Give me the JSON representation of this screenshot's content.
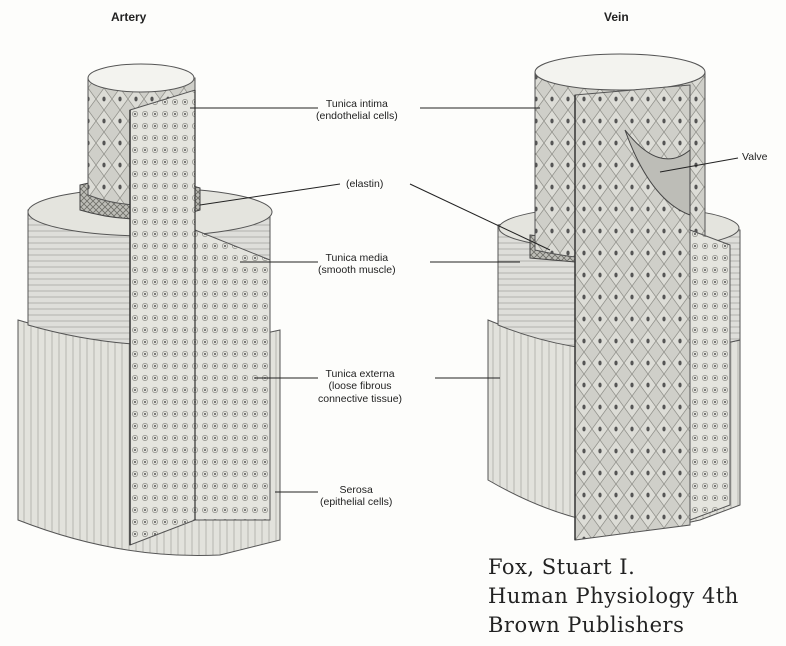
{
  "titles": {
    "artery": "Artery",
    "vein": "Vein"
  },
  "labels": {
    "tunica_intima": [
      "Tunica intima",
      "(endothelial cells)"
    ],
    "elastin": "(elastin)",
    "tunica_media": [
      "Tunica media",
      "(smooth muscle)"
    ],
    "tunica_externa": [
      "Tunica externa",
      "(loose fibrous",
      "connective tissue)"
    ],
    "serosa": [
      "Serosa",
      "(epithelial cells)"
    ],
    "valve": "Valve"
  },
  "credit": [
    "Fox, Stuart I.",
    "Human Physiology 4th",
    "Brown Publishers"
  ],
  "colors": {
    "ink": "#222222",
    "paper": "#fdfdfb",
    "shade": "#9a9a96",
    "light": "#dcdcd6"
  }
}
